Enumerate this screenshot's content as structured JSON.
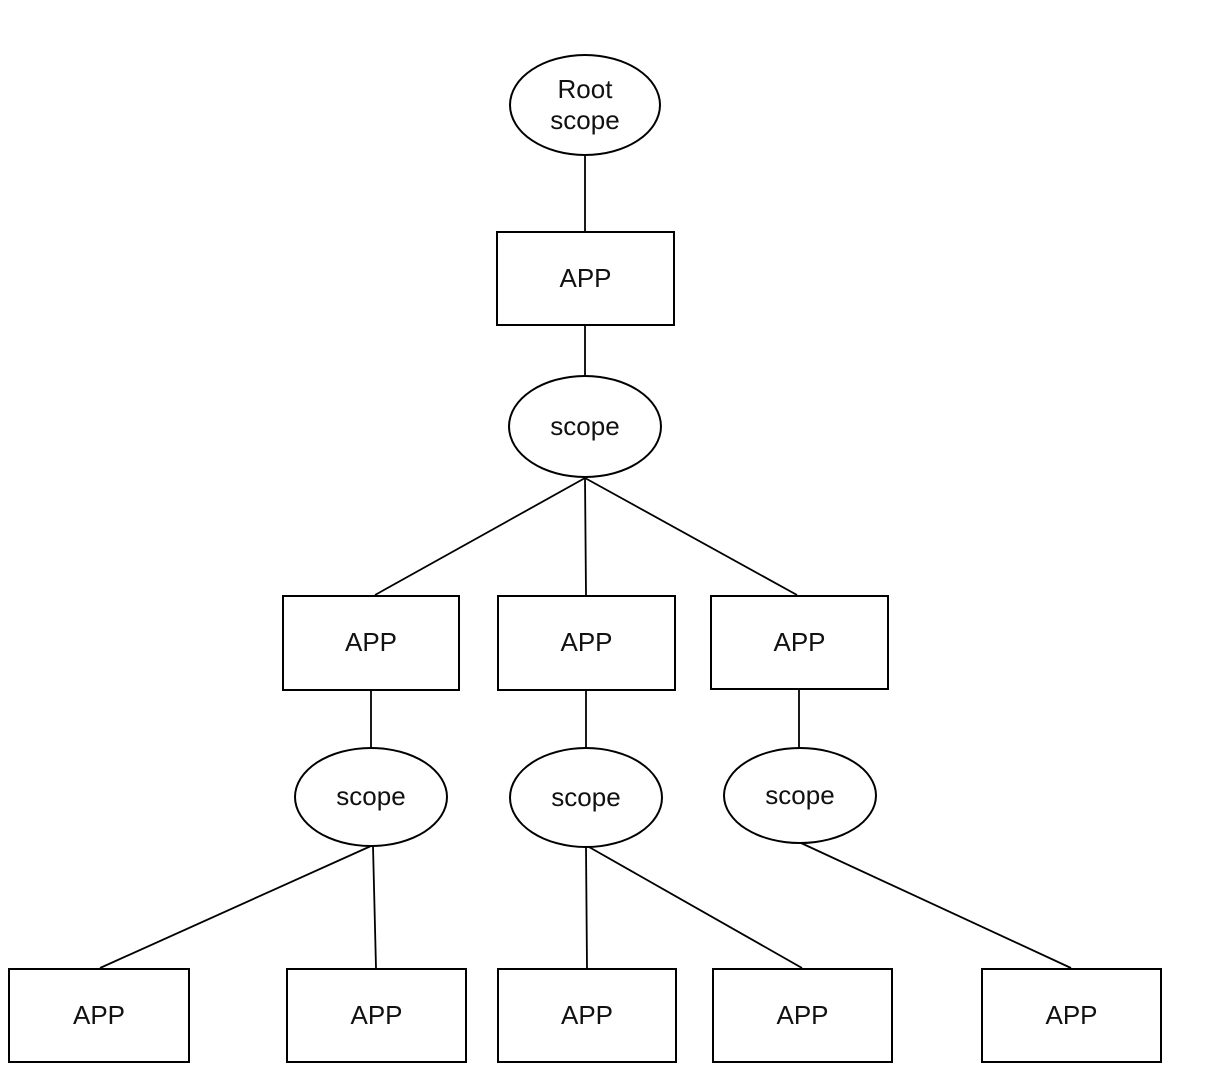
{
  "diagram": {
    "description": "Scope / APP hierarchy tree diagram",
    "colors": {
      "background": "#ffffff",
      "stroke": "#000000",
      "text": "#111111"
    },
    "nodes": {
      "root_scope": {
        "label": "Root\nscope",
        "shape": "ellipse"
      },
      "app_1": {
        "label": "APP",
        "shape": "rect"
      },
      "scope_1": {
        "label": "scope",
        "shape": "ellipse"
      },
      "app_2_left": {
        "label": "APP",
        "shape": "rect"
      },
      "app_2_mid": {
        "label": "APP",
        "shape": "rect"
      },
      "app_2_right": {
        "label": "APP",
        "shape": "rect"
      },
      "scope_left": {
        "label": "scope",
        "shape": "ellipse"
      },
      "scope_mid": {
        "label": "scope",
        "shape": "ellipse"
      },
      "scope_right": {
        "label": "scope",
        "shape": "ellipse"
      },
      "app_3_1": {
        "label": "APP",
        "shape": "rect"
      },
      "app_3_2": {
        "label": "APP",
        "shape": "rect"
      },
      "app_3_3": {
        "label": "APP",
        "shape": "rect"
      },
      "app_3_4": {
        "label": "APP",
        "shape": "rect"
      },
      "app_3_5": {
        "label": "APP",
        "shape": "rect"
      }
    },
    "edges": [
      {
        "from": "root_scope",
        "to": "app_1"
      },
      {
        "from": "app_1",
        "to": "scope_1"
      },
      {
        "from": "scope_1",
        "to": "app_2_left"
      },
      {
        "from": "scope_1",
        "to": "app_2_mid"
      },
      {
        "from": "scope_1",
        "to": "app_2_right"
      },
      {
        "from": "app_2_left",
        "to": "scope_left"
      },
      {
        "from": "app_2_mid",
        "to": "scope_mid"
      },
      {
        "from": "app_2_right",
        "to": "scope_right"
      },
      {
        "from": "scope_left",
        "to": "app_3_1"
      },
      {
        "from": "scope_left",
        "to": "app_3_2"
      },
      {
        "from": "scope_mid",
        "to": "app_3_3"
      },
      {
        "from": "scope_mid",
        "to": "app_3_4"
      },
      {
        "from": "scope_right",
        "to": "app_3_5"
      }
    ]
  }
}
